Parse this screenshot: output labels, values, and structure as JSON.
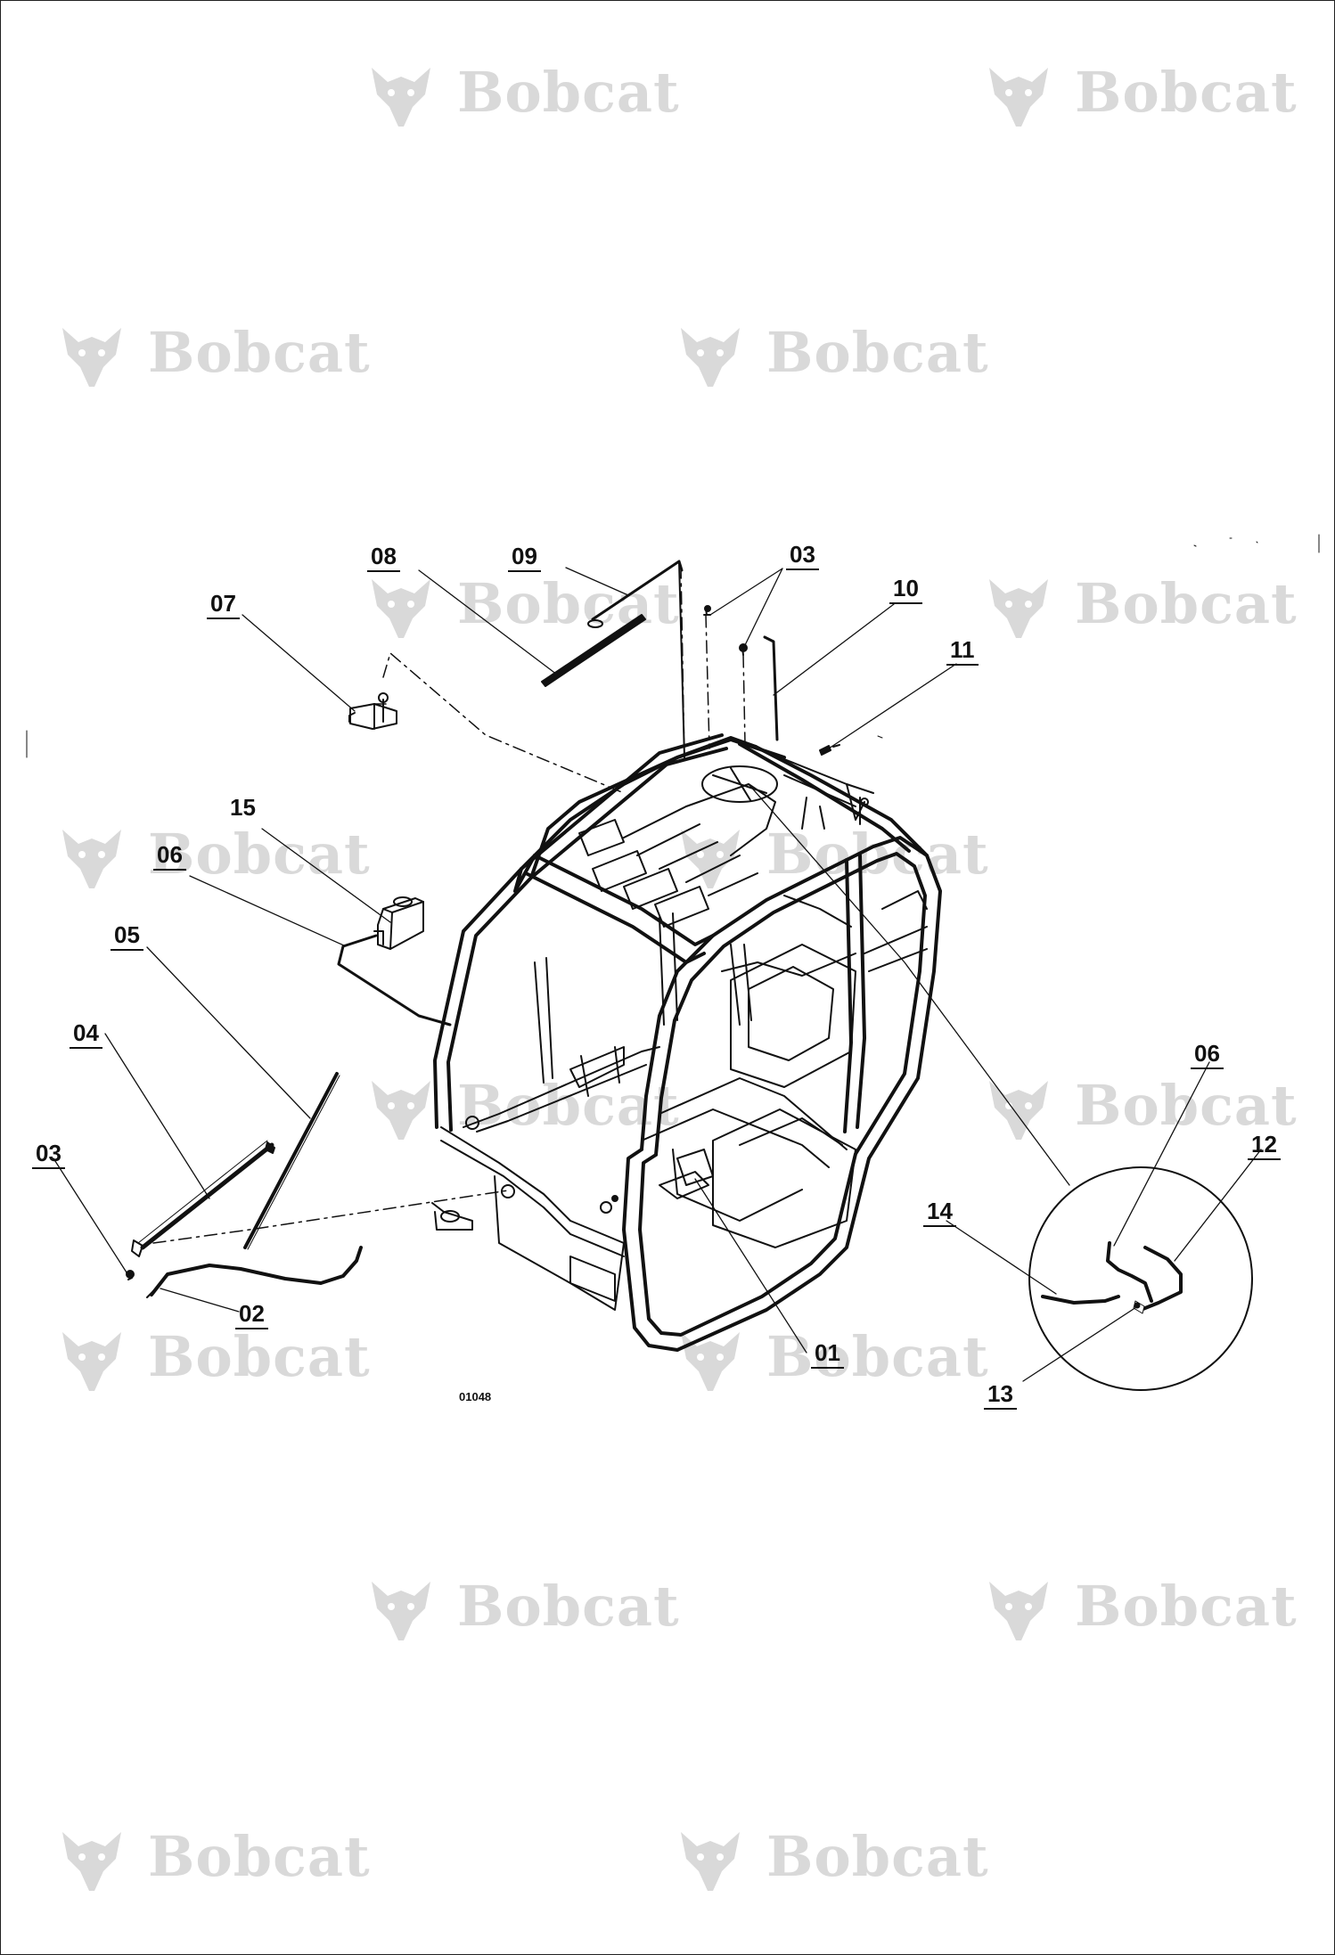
{
  "watermark": {
    "text": "Bobcat",
    "icon": "bobcat-logo-icon",
    "color": "#d9d9d9"
  },
  "figure_code": "01048",
  "callouts": {
    "c01": "01",
    "c02": "02",
    "c03a": "03",
    "c03b": "03",
    "c04": "04",
    "c05": "05",
    "c06a": "06",
    "c06b": "06",
    "c07": "07",
    "c08": "08",
    "c09": "09",
    "c10": "10",
    "c11": "11",
    "c12": "12",
    "c13": "13",
    "c14": "14",
    "c15": "15"
  }
}
